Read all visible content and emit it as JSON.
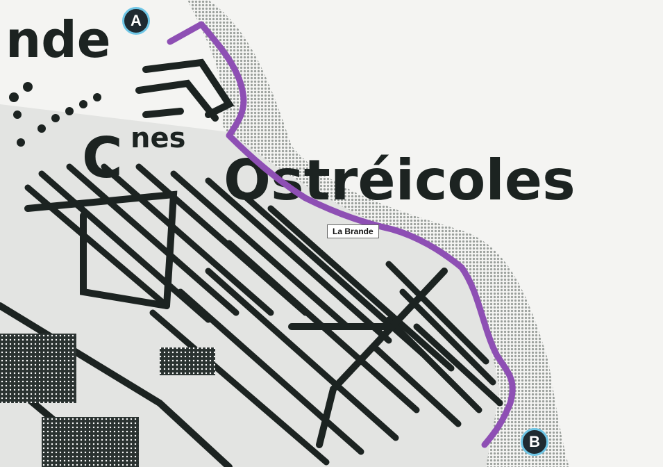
{
  "map": {
    "labels": {
      "nde": "nde",
      "cnes_c": "C",
      "cnes_sup": "nes",
      "ostreicoles": "Ostréicoles",
      "la_brande": "La Brande"
    },
    "markers": {
      "start": "A",
      "end": "B"
    },
    "colors": {
      "route": "#8e4fb4",
      "ink": "#1c2321",
      "shore_halftone": "#a9aeaa",
      "marker_fill": "#1f2a31",
      "marker_ring": "#6fc6e6",
      "paper": "#f4f4f2"
    }
  }
}
